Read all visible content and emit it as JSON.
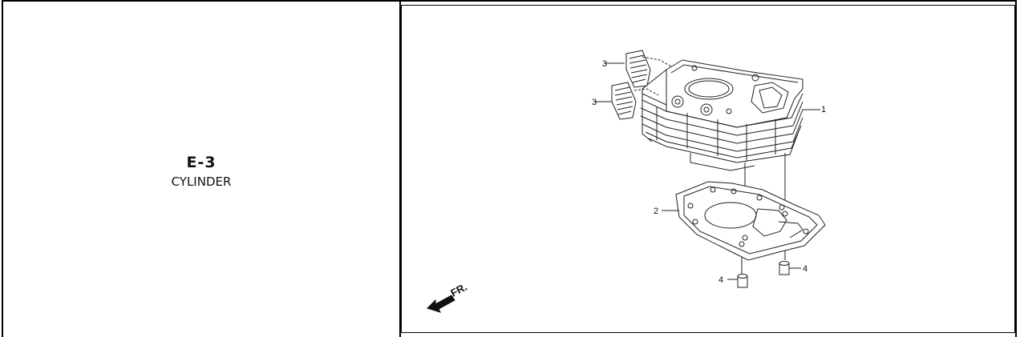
{
  "section": {
    "code": "E-3",
    "title": "CYLINDER"
  },
  "diagram": {
    "callouts": {
      "c1": "1",
      "c2": "2",
      "c3a": "3",
      "c3b": "3",
      "c4a": "4",
      "c4b": "4"
    },
    "direction_label": "FR."
  }
}
